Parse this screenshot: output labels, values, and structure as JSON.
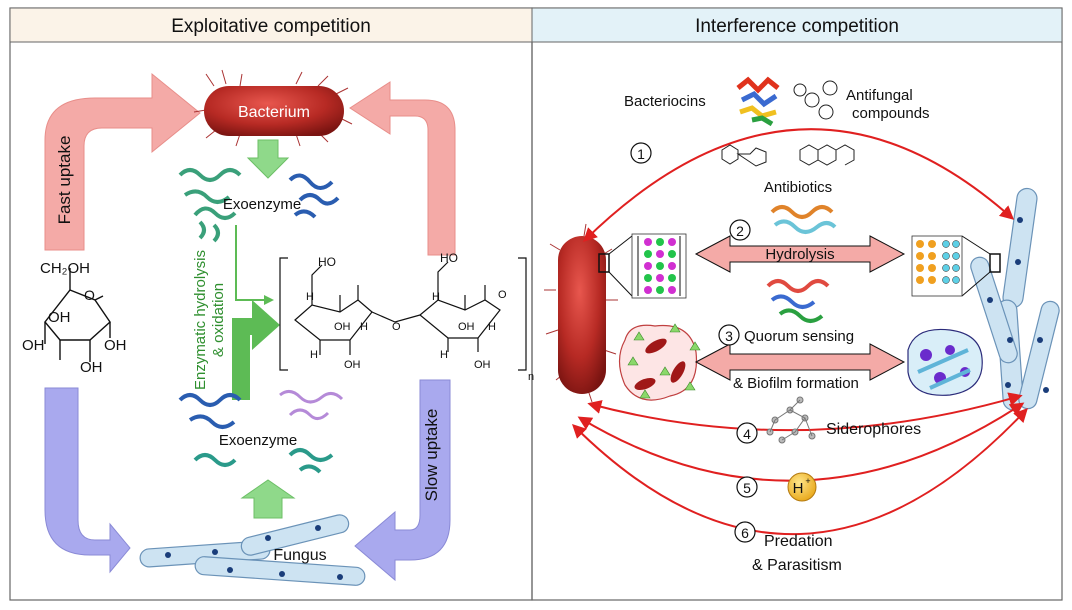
{
  "panels": {
    "left_title": "Exploitative competition",
    "right_title": "Interference competition"
  },
  "left": {
    "bacterium": "Bacterium",
    "fungus": "Fungus",
    "exoenzyme_top": "Exoenzyme",
    "exoenzyme_bottom": "Exoenzyme",
    "fast_uptake": "Fast uptake",
    "slow_uptake": "Slow uptake",
    "process_line1": "Enzymatic hydrolysis",
    "process_line2": "& oxidation",
    "glucose_ch2oh": "CH₂OH",
    "glucose_oh": "OH",
    "cellulose_n": "n"
  },
  "right": {
    "bacteriocins": "Bacteriocins",
    "antifungal_line1": "Antifungal",
    "antifungal_line2": "compounds",
    "antibiotics": "Antibiotics",
    "num1": "1",
    "num2": "2",
    "num3": "3",
    "num4": "4",
    "num5": "5",
    "num6": "6",
    "hydrolysis": "Hydrolysis",
    "quorum": "Quorum sensing",
    "biofilm": "& Biofilm formation",
    "siderophores": "Siderophores",
    "proton": "H",
    "proton_sup": "+",
    "predation": "Predation",
    "parasitism": "& Parasitism"
  },
  "colors": {
    "bacterium": "#c0302a",
    "uptake_pink": "#f4aaa7",
    "uptake_blue": "#a9a9ee",
    "green_arrow": "#8fd98a",
    "process_green": "#3c9a3c",
    "red_arc": "#e02020",
    "fungus_fill": "#cde3f2",
    "header_left": "#fbf3e8",
    "header_right": "#e3f2f8"
  }
}
